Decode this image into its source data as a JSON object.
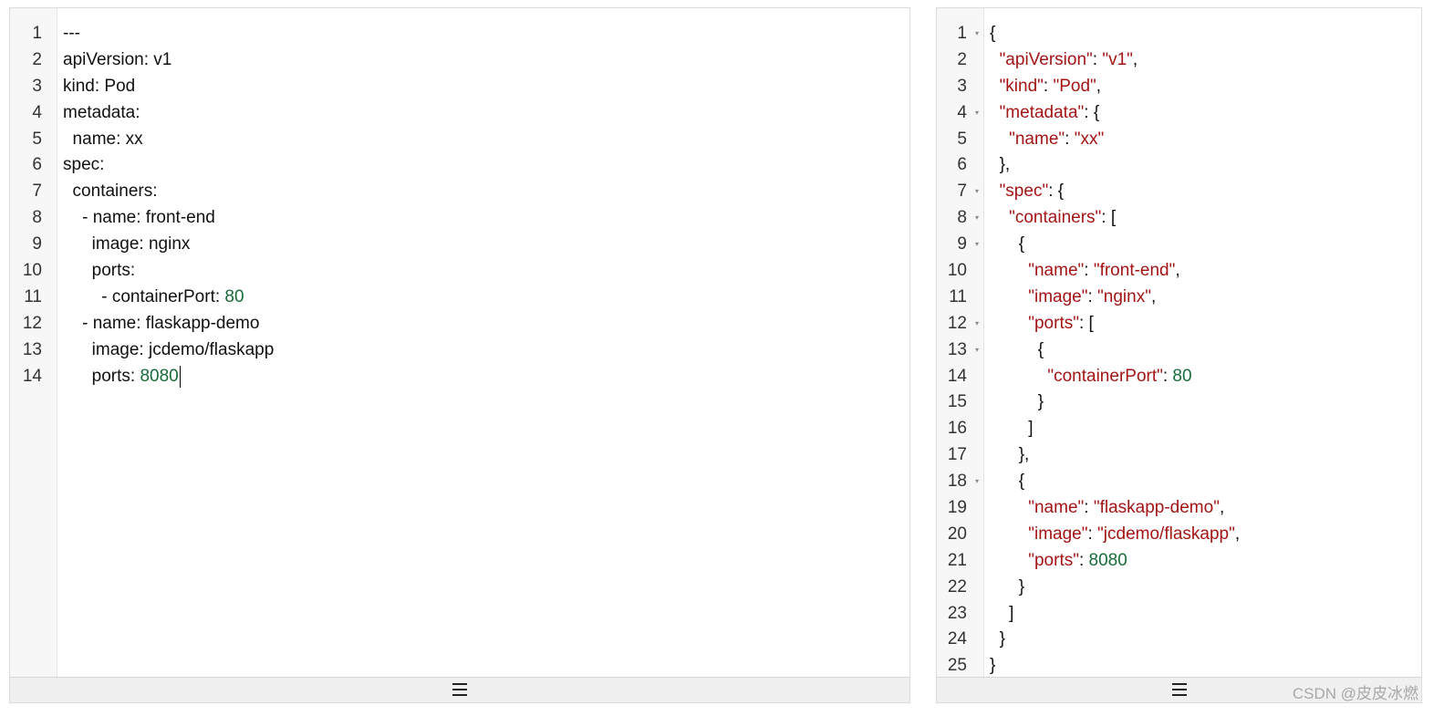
{
  "yaml_editor": {
    "line_numbers": [
      "1",
      "2",
      "3",
      "4",
      "5",
      "6",
      "7",
      "8",
      "9",
      "10",
      "11",
      "12",
      "13",
      "14"
    ],
    "lines": [
      "---",
      "apiVersion: v1",
      "kind: Pod",
      "metadata:",
      "  name: xx",
      "spec:",
      "  containers:",
      "    - name: front-end",
      "      image: nginx",
      "      ports:",
      "        - containerPort: ",
      "    - name: flaskapp-demo",
      "      image: jcdemo/flaskapp",
      "      ports: "
    ],
    "container_port_value": "80",
    "ports_value": "8080",
    "menu_icon": "hamburger-icon"
  },
  "json_editor": {
    "line_numbers": [
      "1",
      "2",
      "3",
      "4",
      "5",
      "6",
      "7",
      "8",
      "9",
      "10",
      "11",
      "12",
      "13",
      "14",
      "15",
      "16",
      "17",
      "18",
      "19",
      "20",
      "21",
      "22",
      "23",
      "24",
      "25"
    ],
    "foldable_lines": [
      1,
      4,
      7,
      8,
      9,
      12,
      13,
      18
    ],
    "lines": [
      {
        "indent": "",
        "parts": [
          [
            "p",
            "{"
          ]
        ]
      },
      {
        "indent": "  ",
        "parts": [
          [
            "k",
            "\"apiVersion\""
          ],
          [
            "p",
            ": "
          ],
          [
            "s",
            "\"v1\""
          ],
          [
            "p",
            ","
          ]
        ]
      },
      {
        "indent": "  ",
        "parts": [
          [
            "k",
            "\"kind\""
          ],
          [
            "p",
            ": "
          ],
          [
            "s",
            "\"Pod\""
          ],
          [
            "p",
            ","
          ]
        ]
      },
      {
        "indent": "  ",
        "parts": [
          [
            "k",
            "\"metadata\""
          ],
          [
            "p",
            ": {"
          ]
        ]
      },
      {
        "indent": "    ",
        "parts": [
          [
            "k",
            "\"name\""
          ],
          [
            "p",
            ": "
          ],
          [
            "s",
            "\"xx\""
          ]
        ]
      },
      {
        "indent": "  ",
        "parts": [
          [
            "p",
            "},"
          ]
        ]
      },
      {
        "indent": "  ",
        "parts": [
          [
            "k",
            "\"spec\""
          ],
          [
            "p",
            ": {"
          ]
        ]
      },
      {
        "indent": "    ",
        "parts": [
          [
            "k",
            "\"containers\""
          ],
          [
            "p",
            ": ["
          ]
        ]
      },
      {
        "indent": "      ",
        "parts": [
          [
            "p",
            "{"
          ]
        ]
      },
      {
        "indent": "        ",
        "parts": [
          [
            "k",
            "\"name\""
          ],
          [
            "p",
            ": "
          ],
          [
            "s",
            "\"front-end\""
          ],
          [
            "p",
            ","
          ]
        ]
      },
      {
        "indent": "        ",
        "parts": [
          [
            "k",
            "\"image\""
          ],
          [
            "p",
            ": "
          ],
          [
            "s",
            "\"nginx\""
          ],
          [
            "p",
            ","
          ]
        ]
      },
      {
        "indent": "        ",
        "parts": [
          [
            "k",
            "\"ports\""
          ],
          [
            "p",
            ": ["
          ]
        ]
      },
      {
        "indent": "          ",
        "parts": [
          [
            "p",
            "{"
          ]
        ]
      },
      {
        "indent": "            ",
        "parts": [
          [
            "k",
            "\"containerPort\""
          ],
          [
            "p",
            ": "
          ],
          [
            "n",
            "80"
          ]
        ]
      },
      {
        "indent": "          ",
        "parts": [
          [
            "p",
            "}"
          ]
        ]
      },
      {
        "indent": "        ",
        "parts": [
          [
            "p",
            "]"
          ]
        ]
      },
      {
        "indent": "      ",
        "parts": [
          [
            "p",
            "},"
          ]
        ]
      },
      {
        "indent": "      ",
        "parts": [
          [
            "p",
            "{"
          ]
        ]
      },
      {
        "indent": "        ",
        "parts": [
          [
            "k",
            "\"name\""
          ],
          [
            "p",
            ": "
          ],
          [
            "s",
            "\"flaskapp-demo\""
          ],
          [
            "p",
            ","
          ]
        ]
      },
      {
        "indent": "        ",
        "parts": [
          [
            "k",
            "\"image\""
          ],
          [
            "p",
            ": "
          ],
          [
            "s",
            "\"jcdemo/flaskapp\""
          ],
          [
            "p",
            ","
          ]
        ]
      },
      {
        "indent": "        ",
        "parts": [
          [
            "k",
            "\"ports\""
          ],
          [
            "p",
            ": "
          ],
          [
            "n",
            "8080"
          ]
        ]
      },
      {
        "indent": "      ",
        "parts": [
          [
            "p",
            "}"
          ]
        ]
      },
      {
        "indent": "    ",
        "parts": [
          [
            "p",
            "]"
          ]
        ]
      },
      {
        "indent": "  ",
        "parts": [
          [
            "p",
            "}"
          ]
        ]
      },
      {
        "indent": "",
        "parts": [
          [
            "p",
            "}"
          ]
        ]
      }
    ],
    "menu_icon": "hamburger-icon"
  },
  "colors": {
    "json_key": "#a31515",
    "json_string": "#a31515",
    "number": "#1a6b3a",
    "plain": "#111111"
  },
  "watermark": "CSDN @皮皮冰燃"
}
